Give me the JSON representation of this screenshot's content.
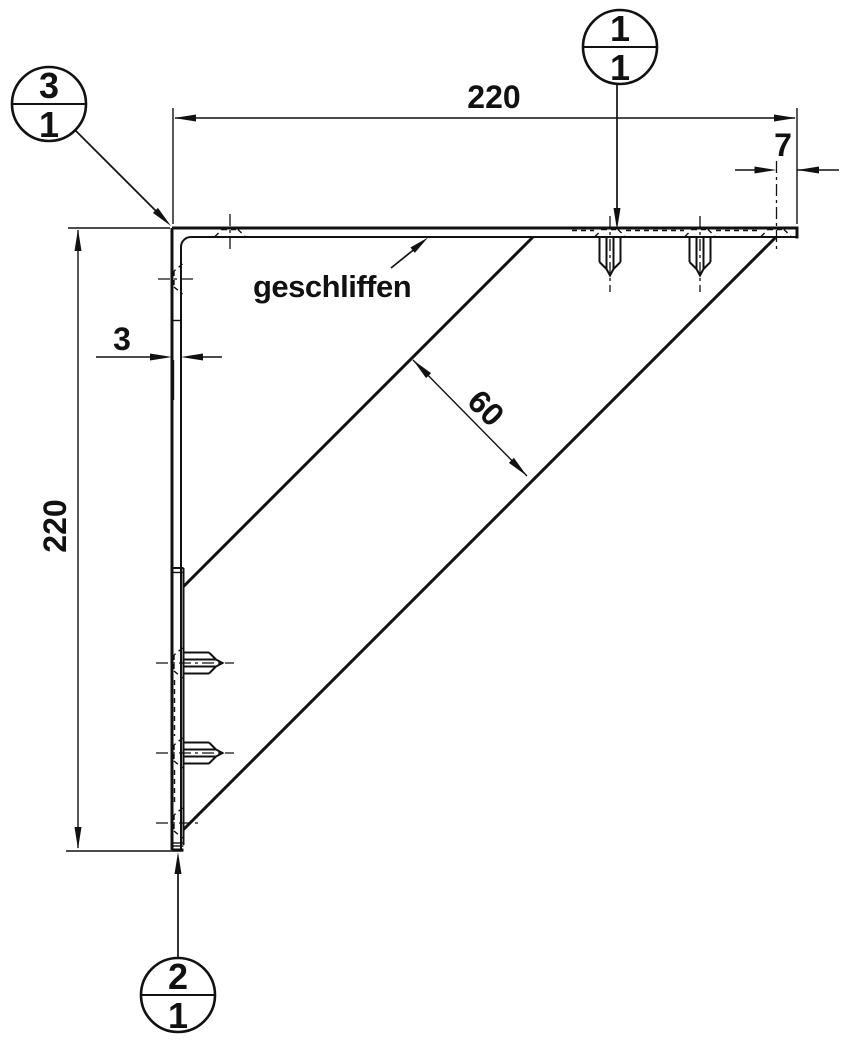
{
  "note": {
    "surface_finish": "geschliffen"
  },
  "dimensions": {
    "top_width": "220",
    "left_height": "220",
    "wall_thickness": "3",
    "right_edge_offset": "7",
    "brace_width": "60"
  },
  "balloons": {
    "top": {
      "item": "1",
      "quantity": "1"
    },
    "top_left": {
      "item": "3",
      "quantity": "1"
    },
    "bottom": {
      "item": "2",
      "quantity": "1"
    }
  },
  "colors": {
    "line": "#111111",
    "background": "#ffffff"
  }
}
